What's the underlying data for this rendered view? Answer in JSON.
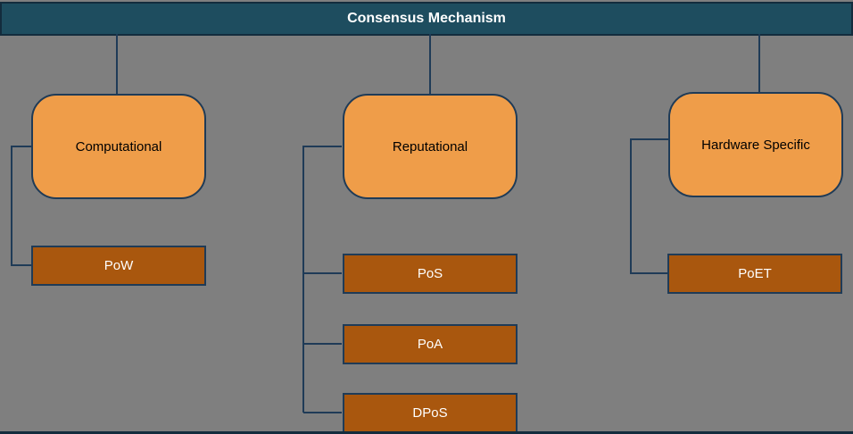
{
  "diagram": {
    "title": "Consensus Mechanism",
    "branches": [
      {
        "label": "Computational",
        "children": [
          "PoW"
        ]
      },
      {
        "label": "Reputational",
        "children": [
          "PoS",
          "PoA",
          "DPoS"
        ]
      },
      {
        "label": "Hardware Specific",
        "children": [
          "PoET"
        ]
      }
    ],
    "colors": {
      "background": "#7f7f7f",
      "header_bg": "#1e4d5f",
      "header_text": "#ffffff",
      "category_bg": "#ef9d49",
      "category_text": "#000000",
      "leaf_bg": "#a9570e",
      "leaf_text": "#ffffff",
      "line_color": "#1f3b57",
      "border_color": "#132c3d"
    }
  }
}
